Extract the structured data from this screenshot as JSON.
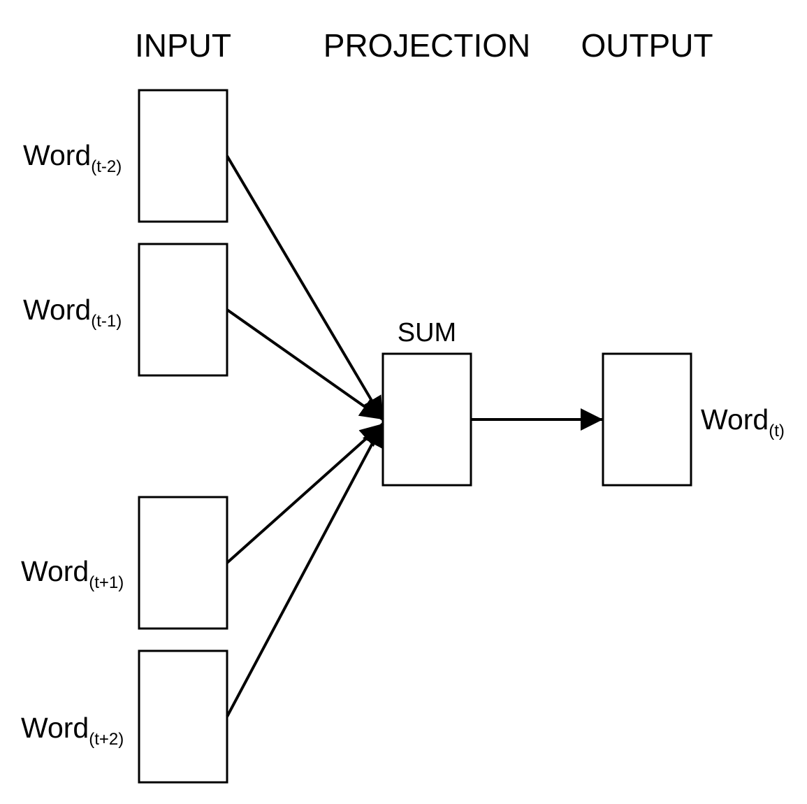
{
  "headers": {
    "input": "INPUT",
    "projection": "PROJECTION",
    "output": "OUTPUT"
  },
  "inputs": [
    {
      "word": "Word",
      "subscript": "(t-2)"
    },
    {
      "word": "Word",
      "subscript": "(t-1)"
    },
    {
      "word": "Word",
      "subscript": "(t+1)"
    },
    {
      "word": "Word",
      "subscript": "(t+2)"
    }
  ],
  "projection": {
    "label": "SUM"
  },
  "output": {
    "word": "Word",
    "subscript": "(t)"
  },
  "colors": {
    "line": "#000000",
    "box_fill": "#ffffff"
  }
}
